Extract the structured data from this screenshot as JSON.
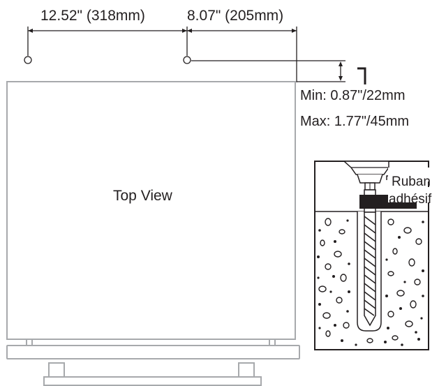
{
  "dimensions": {
    "left_spacing": "12.52\" (318mm)",
    "right_spacing": "8.07\" (205mm)"
  },
  "depth": {
    "min": "Min: 0.87\"/22mm",
    "max": "Max: 1.77\"/45mm"
  },
  "device": {
    "label": "Top View"
  },
  "drill_detail": {
    "tape_label_line1": "Ruban",
    "tape_label_line2": "adhésif"
  },
  "colors": {
    "line": "#231f20",
    "device_stroke": "#a7a9ac",
    "tape_band": "#231f20"
  }
}
